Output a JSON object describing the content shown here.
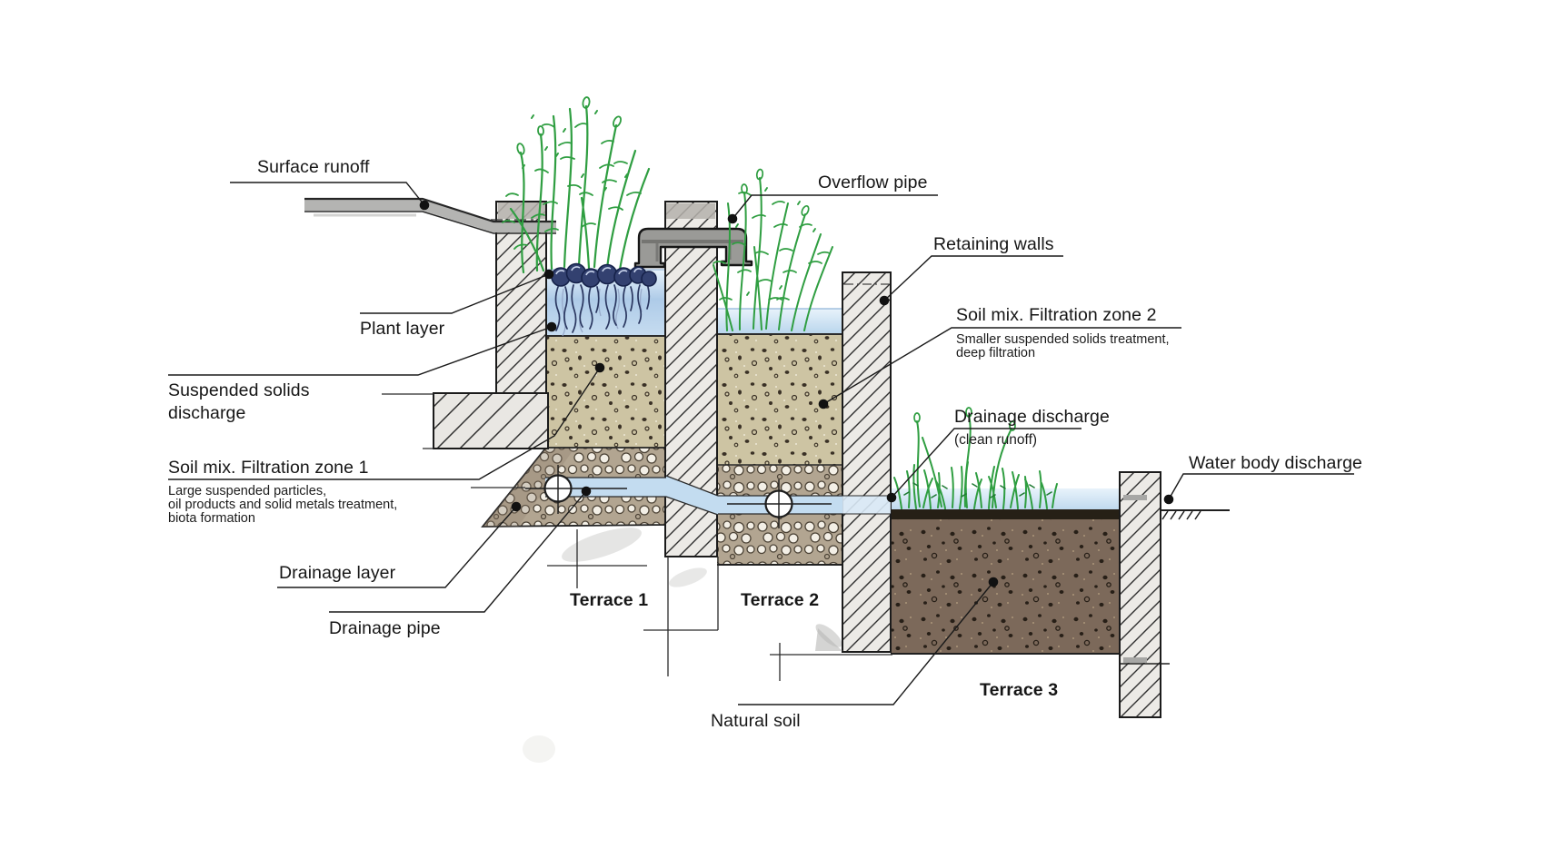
{
  "diagram": {
    "type": "terraced-bioretention-filtration-cross-section",
    "labels": {
      "surface_runoff": "Surface runoff",
      "plant_layer": "Plant layer",
      "suspended_solids_1": "Suspended solids",
      "suspended_solids_2": "discharge",
      "soil_mix_zone1": "Soil mix. Filtration zone 1",
      "soil_mix_zone1_sub1": "Large suspended particles,",
      "soil_mix_zone1_sub2": "oil products and solid metals treatment,",
      "soil_mix_zone1_sub3": "biota formation",
      "drainage_layer": "Drainage layer",
      "drainage_pipe": "Drainage pipe",
      "overflow_pipe": "Overflow pipe",
      "retaining_walls": "Retaining walls",
      "soil_mix_zone2": "Soil mix. Filtration zone 2",
      "soil_mix_zone2_sub1": "Smaller suspended solids treatment,",
      "soil_mix_zone2_sub2": "deep filtration",
      "drainage_discharge": "Drainage discharge",
      "drainage_discharge_sub": "(clean runoff)",
      "water_body_discharge": "Water body discharge",
      "natural_soil": "Natural soil",
      "terrace_1": "Terrace 1",
      "terrace_2": "Terrace 2",
      "terrace_3": "Terrace 3"
    },
    "colors": {
      "background": "#ffffff",
      "line": "#1a1a1a",
      "wall_fill": "#eceae6",
      "hatch_line": "#2f2f2f",
      "wall_cap_gray": "#b5b2ab",
      "soil_mix_tan": "#cdc4a3",
      "gravel_brown": "#b2a591",
      "natural_soil_brown": "#7c695a",
      "topsoil_dark": "#262016",
      "water_blue": "#bcd9ef",
      "water_light": "#e8f3fb",
      "pipe_gray": "#9a9a97",
      "plant_green": "#2f9e41",
      "plant_green_dark": "#1e7a33",
      "root_navy": "#2a3760",
      "bulb_navy": "#334170"
    }
  }
}
